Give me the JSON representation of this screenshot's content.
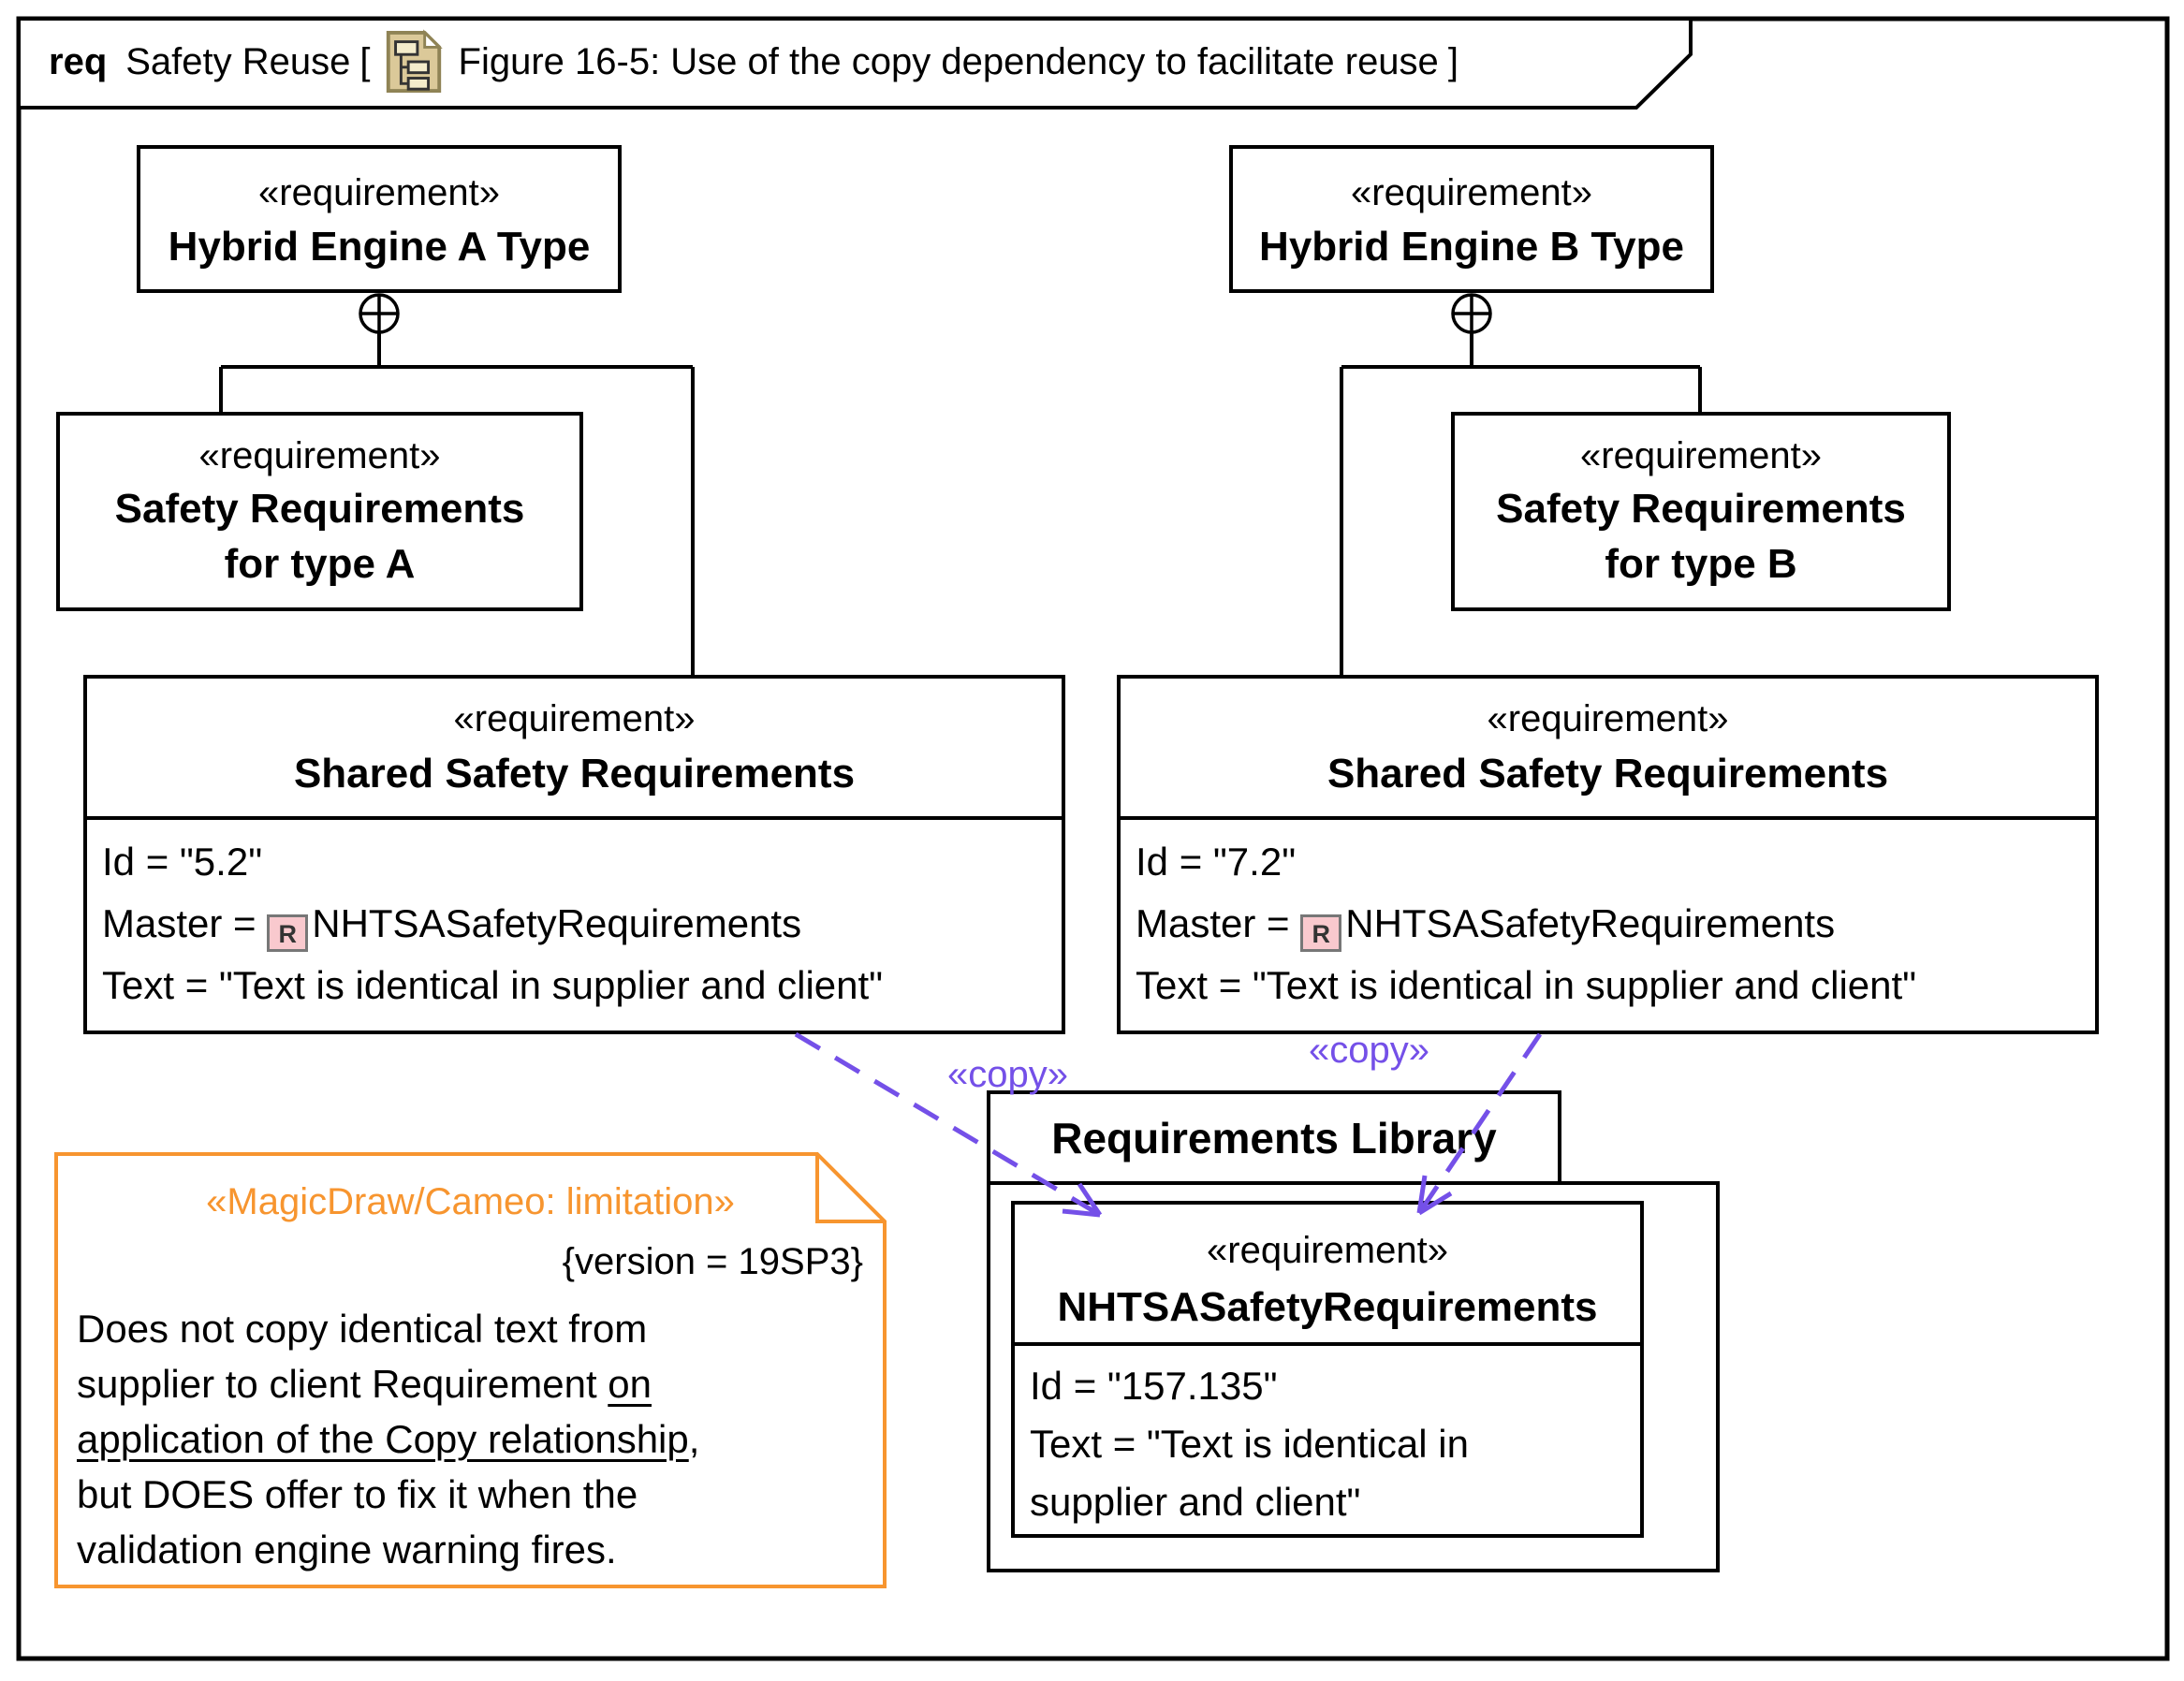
{
  "colors": {
    "copy_purple": "#7450E8",
    "note_orange": "#F7952F",
    "line_black": "#000000",
    "req_icon_pink": "#F9C9CE",
    "doc_icon_tan": "#DBC999"
  },
  "frame": {
    "keyword": "req",
    "name": "Safety Reuse",
    "open_bracket": "[",
    "figure_label": "Figure 16-5: Use of the copy dependency to facilitate reuse",
    "close_bracket": "]"
  },
  "stereotype_requirement": "«requirement»",
  "copy_label": "«copy»",
  "nodes": {
    "hybrid_a": {
      "stereotype": "«requirement»",
      "name": "Hybrid Engine A Type"
    },
    "hybrid_b": {
      "stereotype": "«requirement»",
      "name": "Hybrid Engine B Type"
    },
    "safety_a": {
      "stereotype": "«requirement»",
      "name_line1": "Safety Requirements",
      "name_line2": "for type A"
    },
    "safety_b": {
      "stereotype": "«requirement»",
      "name_line1": "Safety Requirements",
      "name_line2": "for type B"
    },
    "shared_a": {
      "stereotype": "«requirement»",
      "name": "Shared Safety Requirements",
      "id_line": "Id = \"5.2\"",
      "master_prefix": "Master = ",
      "master_icon_letter": "R",
      "master_value": "NHTSASafetyRequirements",
      "text_line": "Text = \"Text is identical in supplier and client\""
    },
    "shared_b": {
      "stereotype": "«requirement»",
      "name": "Shared Safety Requirements",
      "id_line": "Id = \"7.2\"",
      "master_prefix": "Master = ",
      "master_icon_letter": "R",
      "master_value": "NHTSASafetyRequirements",
      "text_line": "Text = \"Text is identical in supplier and client\""
    },
    "library": {
      "name": "Requirements Library"
    },
    "nhtsa": {
      "stereotype": "«requirement»",
      "name": "NHTSASafetyRequirements",
      "id_line": "Id = \"157.135\"",
      "text_line1": "Text = \"Text is identical in",
      "text_line2": "supplier and client\""
    }
  },
  "note": {
    "stereotype": "«MagicDraw/Cameo: limitation»",
    "version_tag": "{version = 19SP3}",
    "para_line1": "Does not copy identical text from",
    "para_line2_plain": "supplier to client Requirement ",
    "para_line2_underline": "on",
    "para_line3_underline": "application of the Copy relationship",
    "para_line3_plain": ",",
    "para_line4": "but DOES offer to fix it when the",
    "para_line5": "validation engine warning fires."
  }
}
